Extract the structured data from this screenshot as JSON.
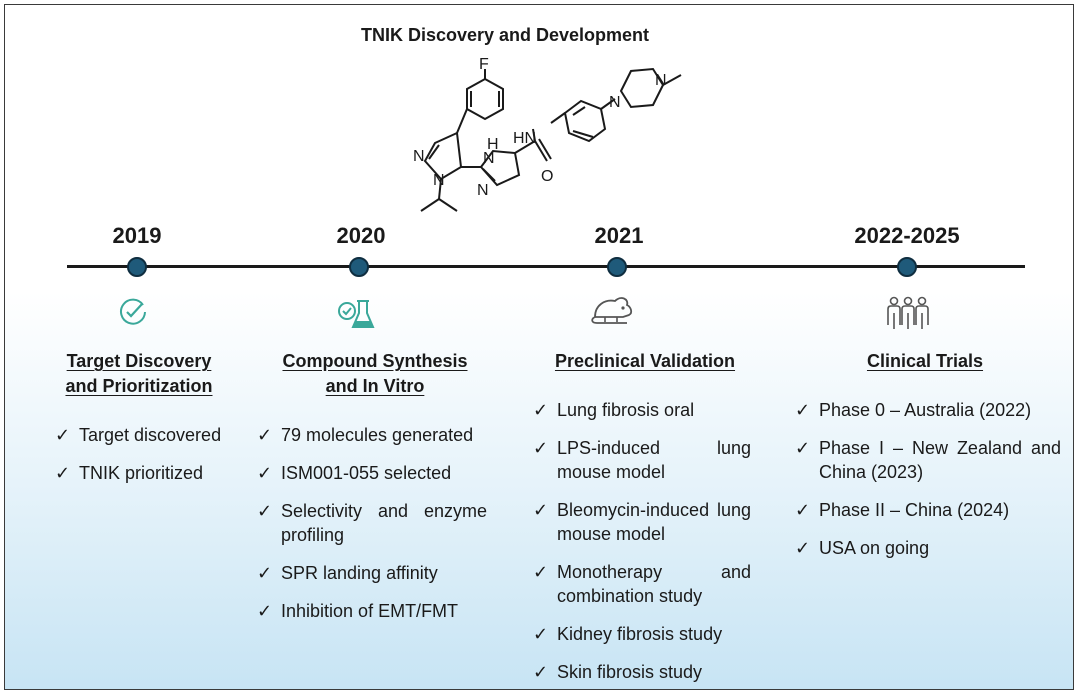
{
  "title": "TNIK Discovery and Development",
  "molecule": {
    "atoms": [
      "F",
      "N",
      "N",
      "H",
      "N",
      "N",
      "HN",
      "O",
      "N",
      "N"
    ]
  },
  "check_glyph": "✓",
  "phases": [
    {
      "year": "2019",
      "icon": "target-check-icon",
      "heading_line1": "Target Discovery",
      "heading_line2": "and Prioritization",
      "items": [
        "Target discovered",
        "TNIK prioritized"
      ]
    },
    {
      "year": "2020",
      "icon": "flask-check-icon",
      "heading_line1": "Compound Synthesis",
      "heading_line2": "and In Vitro",
      "items": [
        "79 molecules generated",
        "ISM001-055 selected",
        "Selectivity and enzyme profiling",
        "SPR landing affinity",
        "Inhibition of EMT/FMT"
      ]
    },
    {
      "year": "2021",
      "icon": "mouse-icon",
      "heading_line1": "Preclinical Validation",
      "heading_line2": "",
      "items": [
        "Lung fibrosis oral",
        "LPS-induced lung mouse model",
        "Bleomycin-induced lung mouse model",
        "Monotherapy and combination study",
        "Kidney fibrosis study",
        "Skin fibrosis study"
      ]
    },
    {
      "year": "2022-2025",
      "icon": "people-icon",
      "heading_line1": "Clinical Trials",
      "heading_line2": "",
      "items": [
        "Phase 0 – Australia (2022)",
        "Phase I – New Zealand and China (2023)",
        "Phase II – China (2024)",
        "USA on going"
      ]
    }
  ],
  "colors": {
    "dot": "#1f5a7a",
    "icon_teal": "#3aa89a"
  }
}
